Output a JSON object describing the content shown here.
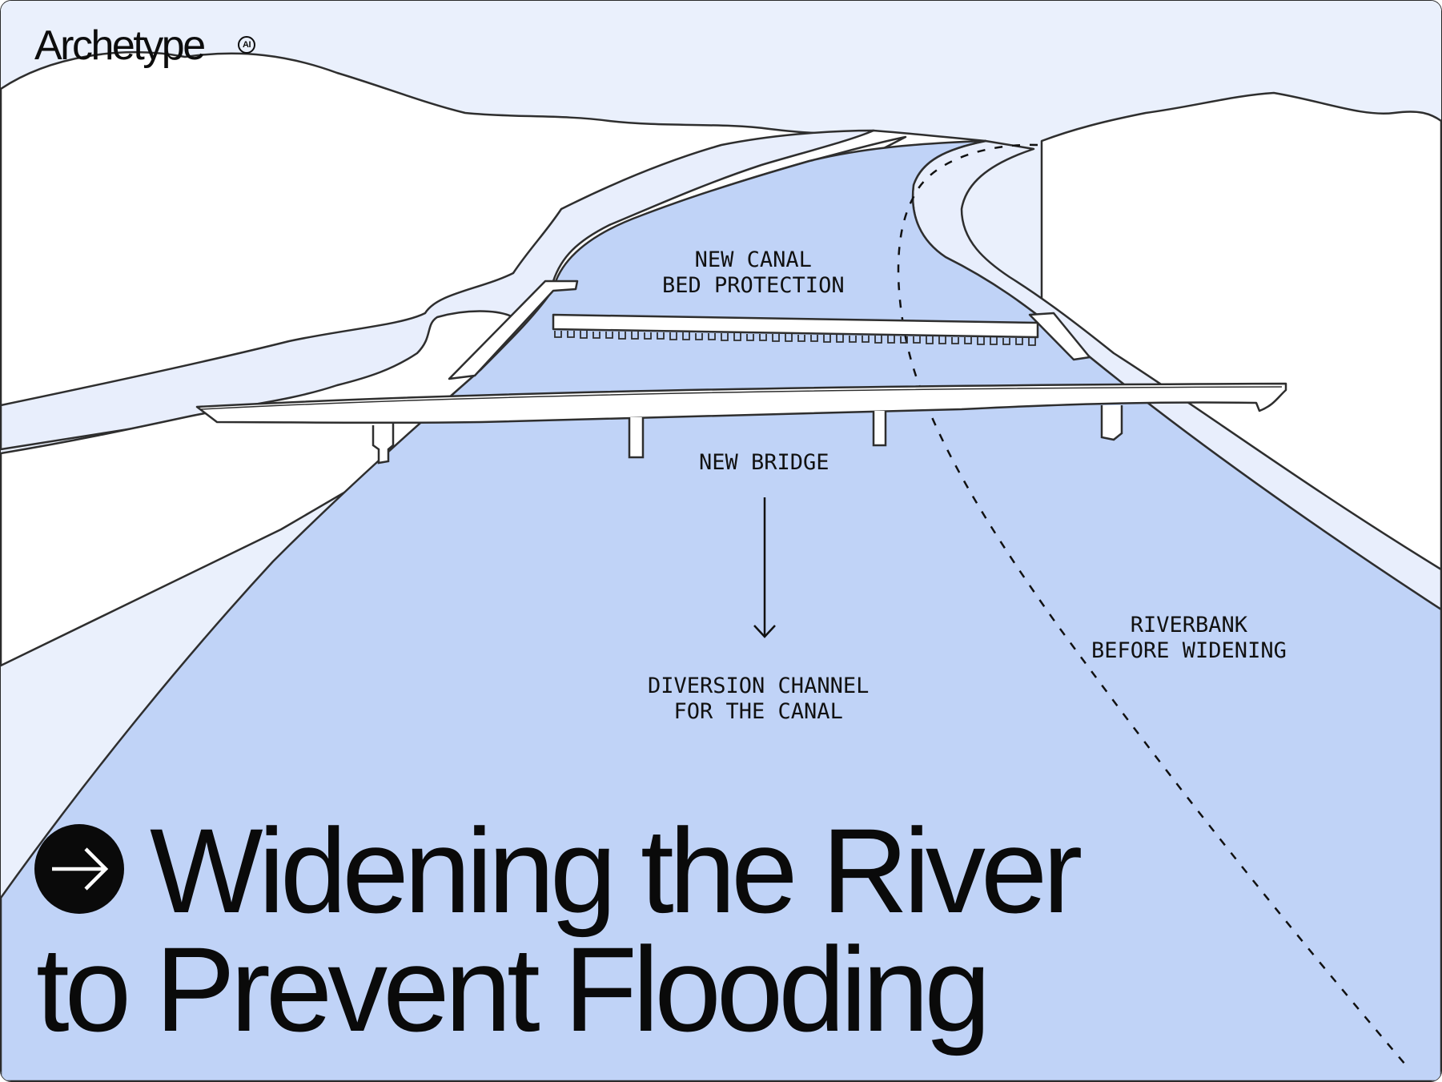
{
  "brand": {
    "name": "Archetype",
    "badge": "AI"
  },
  "labels": {
    "canal_bed": [
      "NEW CANAL",
      "BED PROTECTION"
    ],
    "bridge": "NEW BRIDGE",
    "diversion": [
      "DIVERSION CHANNEL",
      "FOR THE CANAL"
    ],
    "riverbank": [
      "RIVERBANK",
      "BEFORE WIDENING"
    ]
  },
  "title": {
    "line1": "Widening the River",
    "line2": "to Prevent Flooding"
  },
  "colors": {
    "sky": "#eaf0fc",
    "land": "#ffffff",
    "slope": "#e8eefc",
    "water": "#c0d3f7",
    "ink": "#2e2e2e",
    "text": "#0a0a0a"
  },
  "icons": {
    "title_bullet": "arrow-right-circle-icon",
    "brand_badge": "ai-badge-icon"
  }
}
